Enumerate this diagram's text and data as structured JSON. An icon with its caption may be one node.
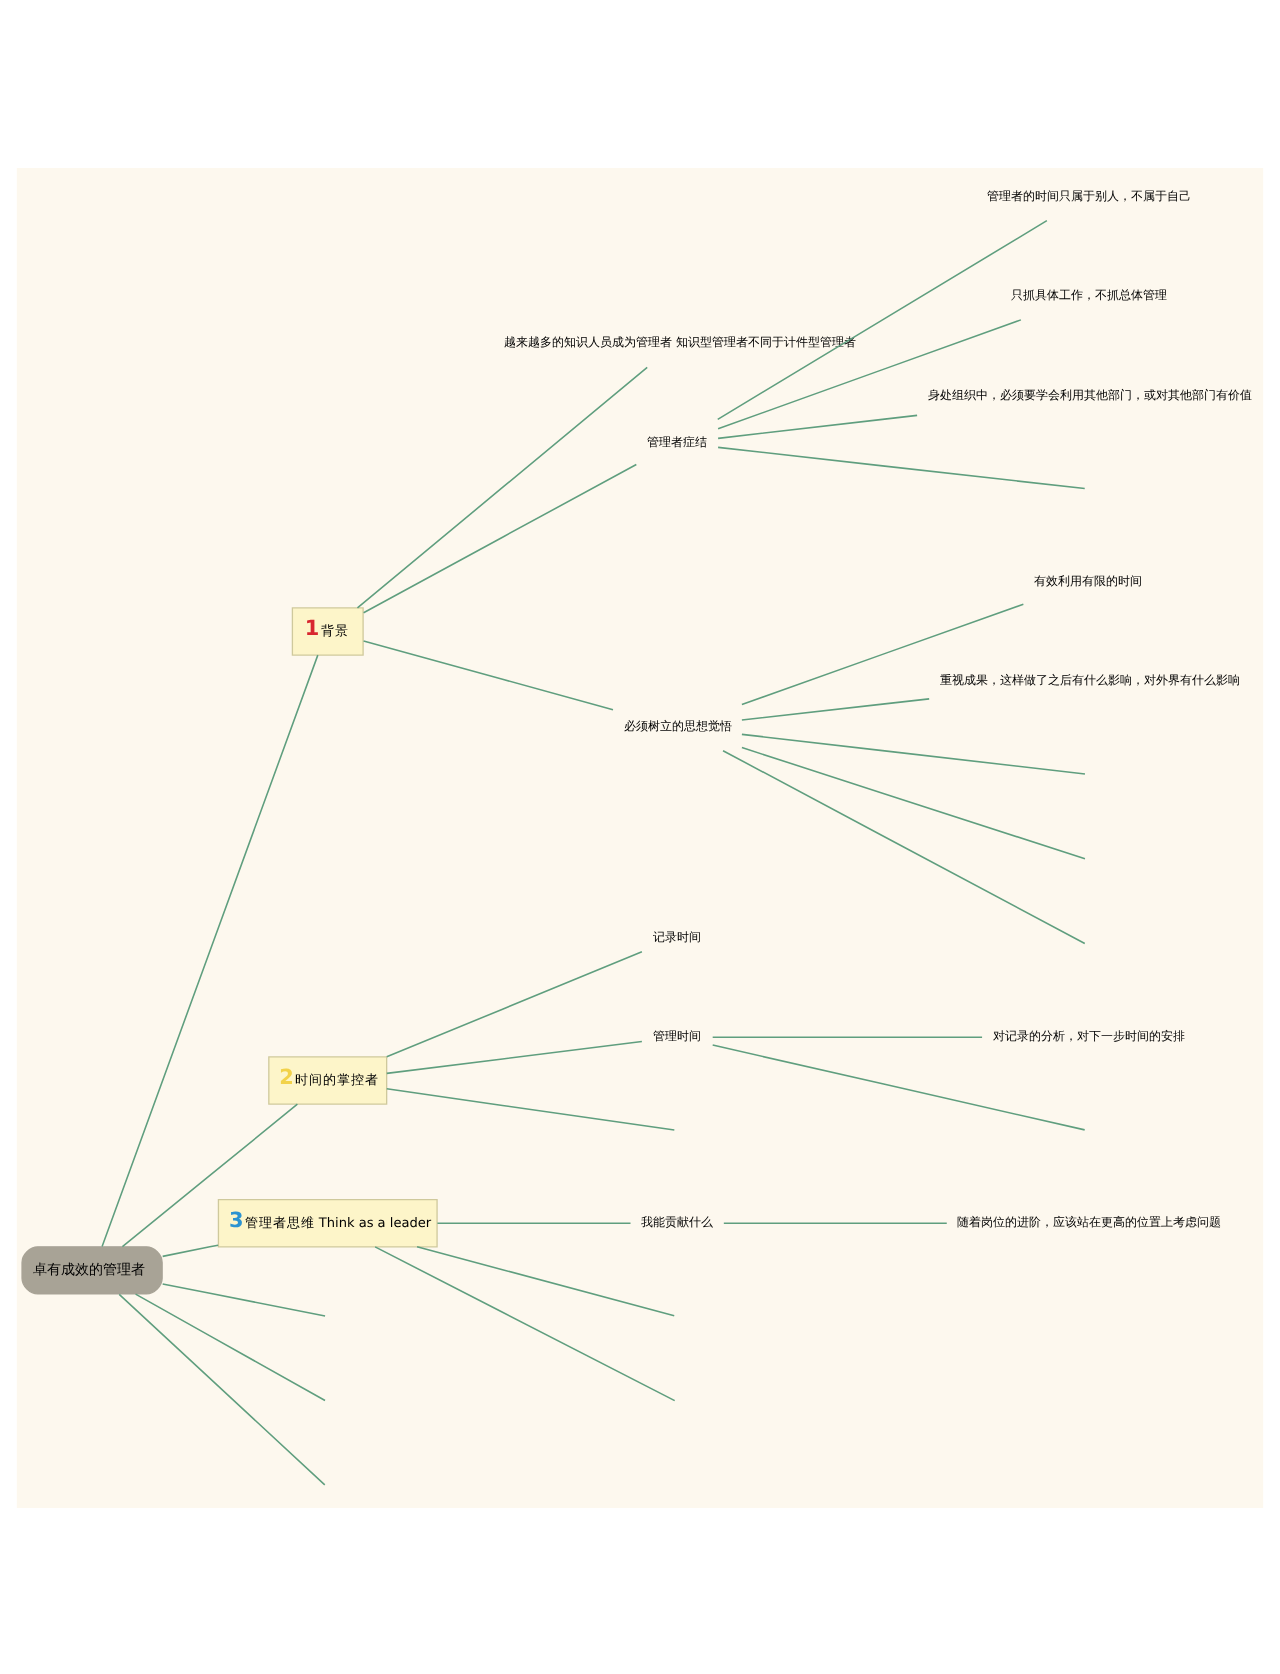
{
  "diagram": {
    "nodes": [
      {
        "text": [
          "卓有成效的管理者"
        ]
      },
      {
        "text": [
          "1",
          "背景"
        ]
      },
      {
        "text": [
          "越来越多的知识人员成为管理者 知识型管理者不同于计件型管理者"
        ]
      },
      {
        "text": [
          "管理者症结"
        ]
      },
      {
        "text": [
          "管理者的时间只属于别人，不属于自己"
        ]
      },
      {
        "text": [
          "只抓具体工作，不抓总体管理"
        ]
      },
      {
        "text": [
          "身处组织中，必须要学会利用其他部门，或对其他部门有价值"
        ]
      },
      {
        "text": [
          "必须树立的思想觉悟"
        ]
      },
      {
        "text": [
          "有效利用有限的时间"
        ]
      },
      {
        "text": [
          "重视成果，这样做了之后有什么影响，对外界有什么影响"
        ]
      },
      {
        "text": [
          "2",
          "时间的掌控者"
        ]
      },
      {
        "text": [
          "记录时间"
        ]
      },
      {
        "text": [
          "管理时间"
        ]
      },
      {
        "text": [
          "对记录的分析，对下一步时间的安排"
        ]
      },
      {
        "text": [
          "3",
          "管理者思维 Think as a leader"
        ]
      },
      {
        "text": [
          "我能贡献什么"
        ]
      },
      {
        "text": [
          "随着岗位的进阶，应该站在更高的位置上考虑问题"
        ]
      }
    ],
    "edges": [
      {
        "from": 0,
        "to": 1,
        "arrow": "none"
      },
      {
        "from": 1,
        "to": 2,
        "arrow": "none"
      },
      {
        "from": 1,
        "to": 3,
        "arrow": "none"
      },
      {
        "from": 3,
        "to": 4,
        "arrow": "none"
      },
      {
        "from": 3,
        "to": 5,
        "arrow": "none"
      },
      {
        "from": 3,
        "to": 6,
        "arrow": "none"
      },
      {
        "from": 3,
        "to": null,
        "arrow": "none"
      },
      {
        "from": 1,
        "to": 7,
        "arrow": "none"
      },
      {
        "from": 7,
        "to": 8,
        "arrow": "none"
      },
      {
        "from": 7,
        "to": 9,
        "arrow": "none"
      },
      {
        "from": 7,
        "to": null,
        "arrow": "none"
      },
      {
        "from": 7,
        "to": null,
        "arrow": "none"
      },
      {
        "from": 7,
        "to": null,
        "arrow": "none"
      },
      {
        "from": 0,
        "to": 10,
        "arrow": "none"
      },
      {
        "from": 10,
        "to": 11,
        "arrow": "none"
      },
      {
        "from": 10,
        "to": 12,
        "arrow": "none"
      },
      {
        "from": 12,
        "to": 13,
        "arrow": "none"
      },
      {
        "from": 12,
        "to": null,
        "arrow": "none"
      },
      {
        "from": 10,
        "to": null,
        "arrow": "none"
      },
      {
        "from": 0,
        "to": 14,
        "arrow": "none"
      },
      {
        "from": 14,
        "to": 15,
        "arrow": "none"
      },
      {
        "from": 15,
        "to": 16,
        "arrow": "none"
      },
      {
        "from": 14,
        "to": null,
        "arrow": "none"
      },
      {
        "from": 14,
        "to": null,
        "arrow": "none"
      },
      {
        "from": 0,
        "to": null,
        "arrow": "none"
      },
      {
        "from": 0,
        "to": null,
        "arrow": "none"
      },
      {
        "from": 0,
        "to": null,
        "arrow": "none"
      }
    ]
  }
}
